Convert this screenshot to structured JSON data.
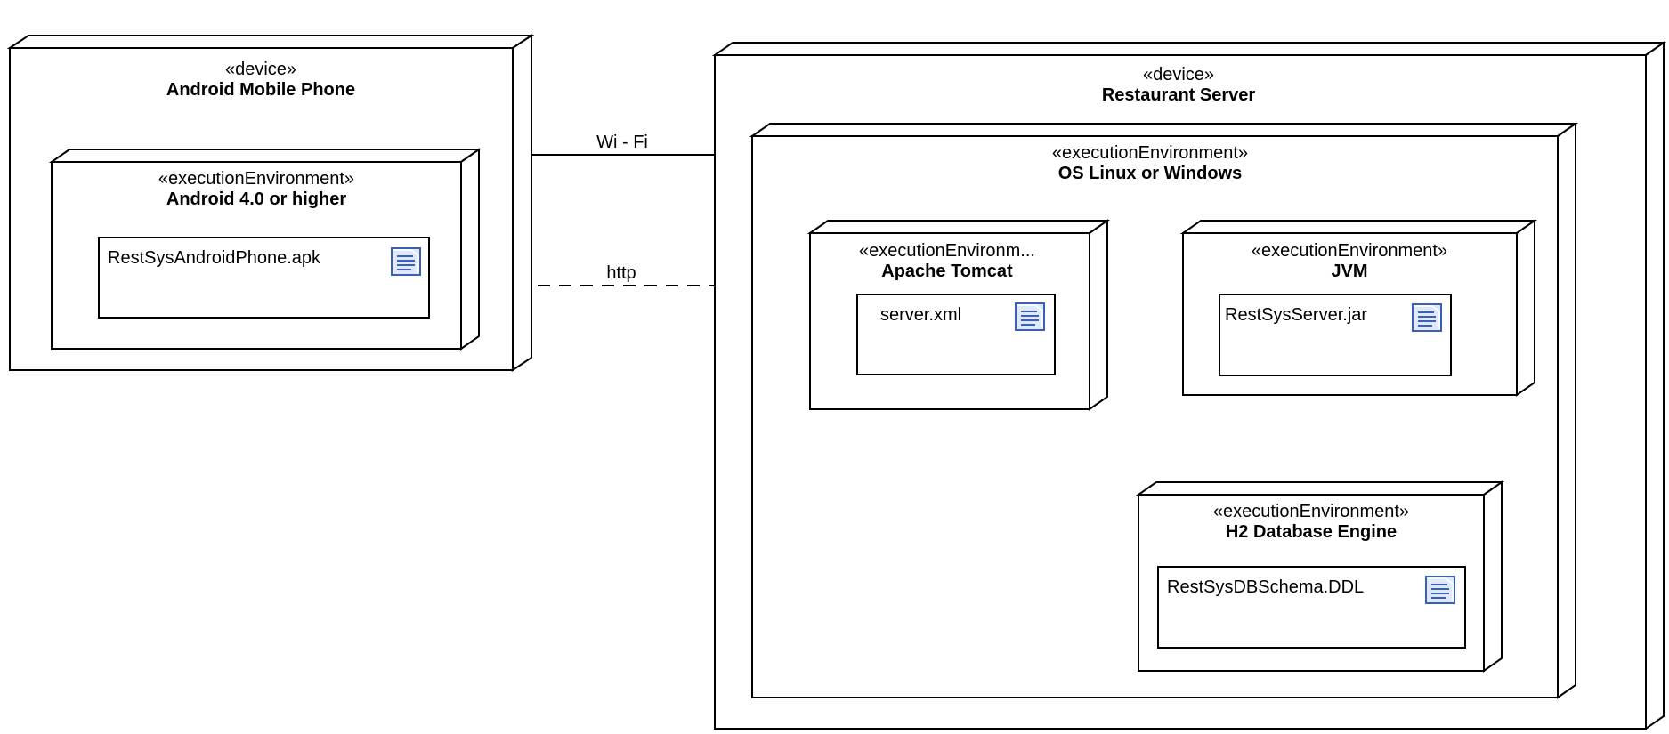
{
  "stereotypes": {
    "device": "«device»",
    "exec": "«executionEnvironment»",
    "exec_truncated": "«executionEnvironm..."
  },
  "nodes": {
    "android_phone": {
      "title": "Android Mobile Phone"
    },
    "android_os": {
      "title": "Android 4.0 or higher"
    },
    "restaurant_server": {
      "title": "Restaurant Server"
    },
    "os": {
      "title": "OS Linux or Windows"
    },
    "tomcat": {
      "title": "Apache Tomcat"
    },
    "jvm": {
      "title": "JVM"
    },
    "h2": {
      "title": "H2 Database Engine"
    }
  },
  "artifacts": {
    "apk": "RestSysAndroidPhone.apk",
    "server_xml": "server.xml",
    "server_jar": "RestSysServer.jar",
    "ddl": "RestSysDBSchema.DDL"
  },
  "connections": {
    "wifi": "Wi - Fi",
    "http": "http"
  },
  "icons": {
    "artifact": "document-icon"
  },
  "colors": {
    "icon_fill": "#dfe9fb",
    "icon_stroke": "#3a5fb8"
  }
}
